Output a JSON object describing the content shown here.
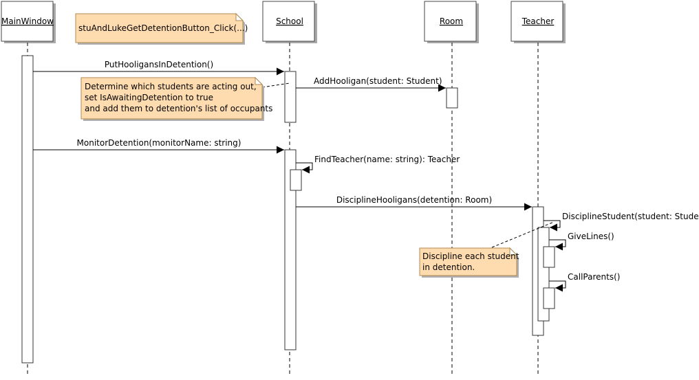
{
  "participants": [
    {
      "id": "mainwindow",
      "label": "MainWindow"
    },
    {
      "id": "school",
      "label": "School"
    },
    {
      "id": "room",
      "label": "Room"
    },
    {
      "id": "teacher",
      "label": "Teacher"
    }
  ],
  "frame_note": "stuAndLukeGetDetentionButton_Click(...)",
  "messages": [
    {
      "id": "put",
      "label": "PutHooligansInDetention()"
    },
    {
      "id": "add",
      "label": "AddHooligan(student: Student)"
    },
    {
      "id": "monitor",
      "label": "MonitorDetention(monitorName: string)"
    },
    {
      "id": "find",
      "label": "FindTeacher(name: string): Teacher"
    },
    {
      "id": "disc_hooligans",
      "label": "DisciplineHooligans(detention: Room)"
    },
    {
      "id": "disc_student",
      "label": "DisciplineStudent(student: Student)"
    },
    {
      "id": "give_lines",
      "label": "GiveLines()"
    },
    {
      "id": "call_parents",
      "label": "CallParents()"
    }
  ],
  "notes": [
    {
      "id": "determine",
      "lines": [
        "Determine which students are acting out,",
        "set IsAwaitingDetention to true",
        "and add them to detention's list of occupants"
      ]
    },
    {
      "id": "discipline",
      "lines": [
        "Discipline each student",
        "in detention."
      ]
    }
  ],
  "colors": {
    "note_fill": "#ffdcb0",
    "note_border": "#b08a50",
    "line": "#000000"
  }
}
